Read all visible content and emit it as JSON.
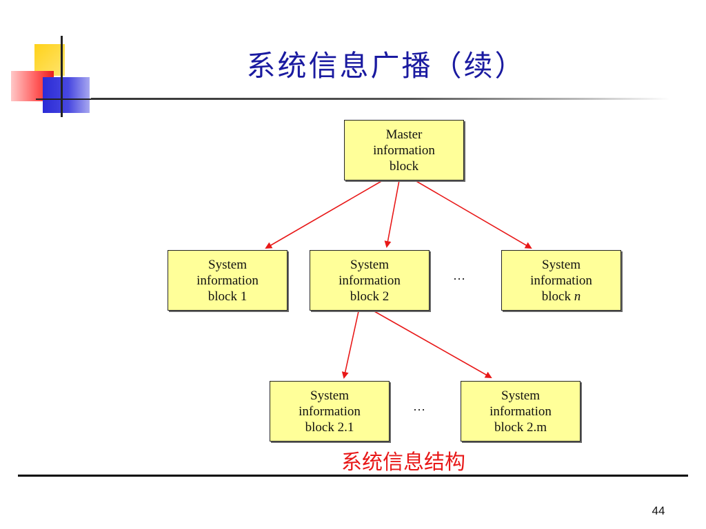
{
  "slide": {
    "title": "系统信息广播（续）",
    "caption": "系统信息结构",
    "page_number": "44"
  },
  "diagram": {
    "master": {
      "line1": "Master",
      "line2": "information",
      "line3": "block"
    },
    "level1": [
      {
        "line1": "System",
        "line2": "information",
        "line3_text": "block 1",
        "line3_suffix": ""
      },
      {
        "line1": "System",
        "line2": "information",
        "line3_text": "block 2",
        "line3_suffix": ""
      },
      {
        "line1": "System",
        "line2": "information",
        "line3_text": "block ",
        "line3_suffix": "n"
      }
    ],
    "level2": [
      {
        "line1": "System",
        "line2": "information",
        "line3": "block 2.1"
      },
      {
        "line1": "System",
        "line2": "information",
        "line3": "block 2.m"
      }
    ],
    "ellipsis": "…",
    "arrow_color": "#e81818",
    "box_color": "#ffff99"
  },
  "decoration": {
    "title_color": "#1a1aa0",
    "caption_color": "#e81818"
  }
}
